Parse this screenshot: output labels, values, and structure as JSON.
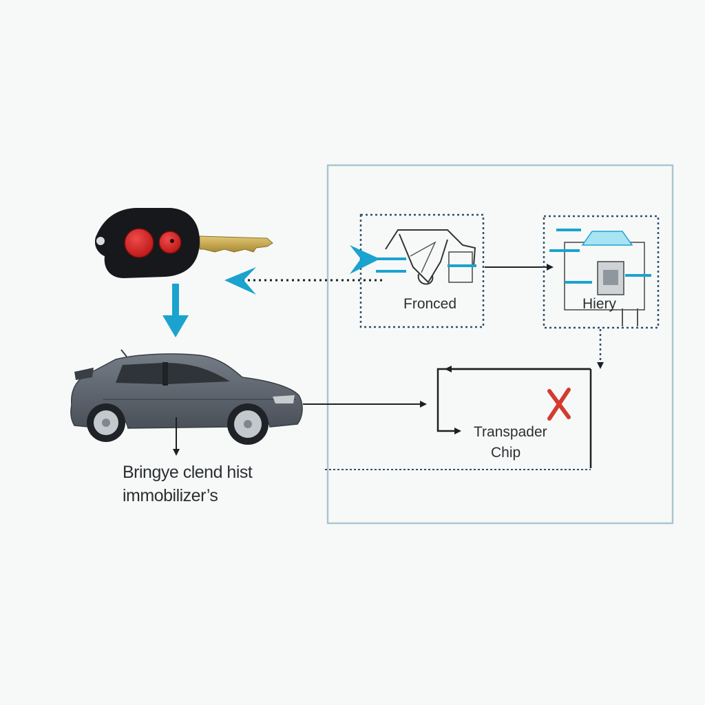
{
  "caption": {
    "line1": "Bringye clend hist",
    "line2": "immobilizer’s"
  },
  "modules": {
    "module_1_label": "Fronced",
    "module_2_label": "Hiery",
    "chip_label_line1": "Transpader",
    "chip_label_line2": "Chip"
  },
  "icons": {
    "key_fob": "car-key-fob-icon",
    "car": "hatchback-car-icon",
    "fail_mark": "red-x-icon"
  },
  "colors": {
    "background": "#f7f9f8",
    "panel_border": "#a9c6cf",
    "cyan_accent": "#1aa3cf",
    "red_buttons": "#d42525",
    "fail_red": "#d43a2f",
    "car_body": "#5f6670",
    "key_metal": "#c9a646"
  }
}
